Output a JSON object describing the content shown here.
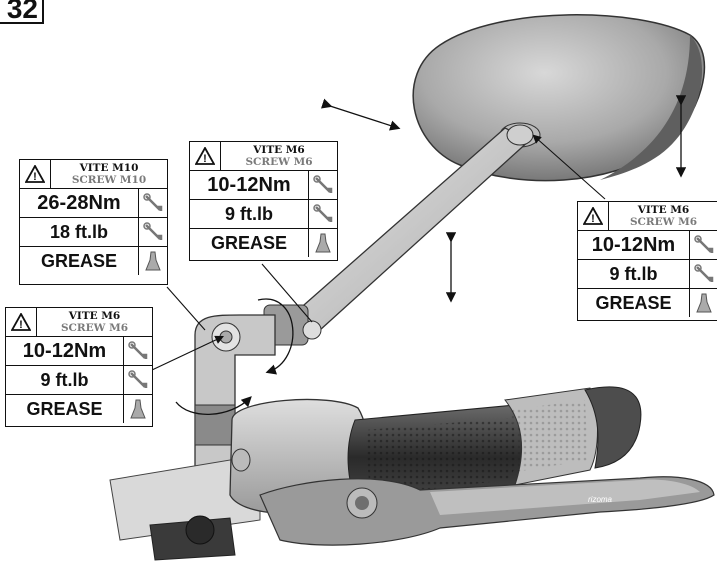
{
  "page_number": "32",
  "brand_logo_text": "rizoma",
  "labels": [
    {
      "id": "m10",
      "title_it": "VITE M10",
      "title_en": "SCREW M10",
      "torque_nm": "26-28Nm",
      "torque_ftlb": "18 ft.lb",
      "lubricant": "GREASE"
    },
    {
      "id": "m6-top",
      "title_it": "VITE M6",
      "title_en": "SCREW M6",
      "torque_nm": "10-12Nm",
      "torque_ftlb": "9 ft.lb",
      "lubricant": "GREASE"
    },
    {
      "id": "m6-right",
      "title_it": "VITE M6",
      "title_en": "SCREW M6",
      "torque_nm": "10-12Nm",
      "torque_ftlb": "9 ft.lb",
      "lubricant": "GREASE"
    },
    {
      "id": "m6-left",
      "title_it": "VITE M6",
      "title_en": "SCREW M6",
      "torque_nm": "10-12Nm",
      "torque_ftlb": "9 ft.lb",
      "lubricant": "GREASE"
    }
  ],
  "icons": {
    "warning": "warning-triangle-icon",
    "wrench": "torque-wrench-icon",
    "grease": "grease-tube-icon"
  }
}
